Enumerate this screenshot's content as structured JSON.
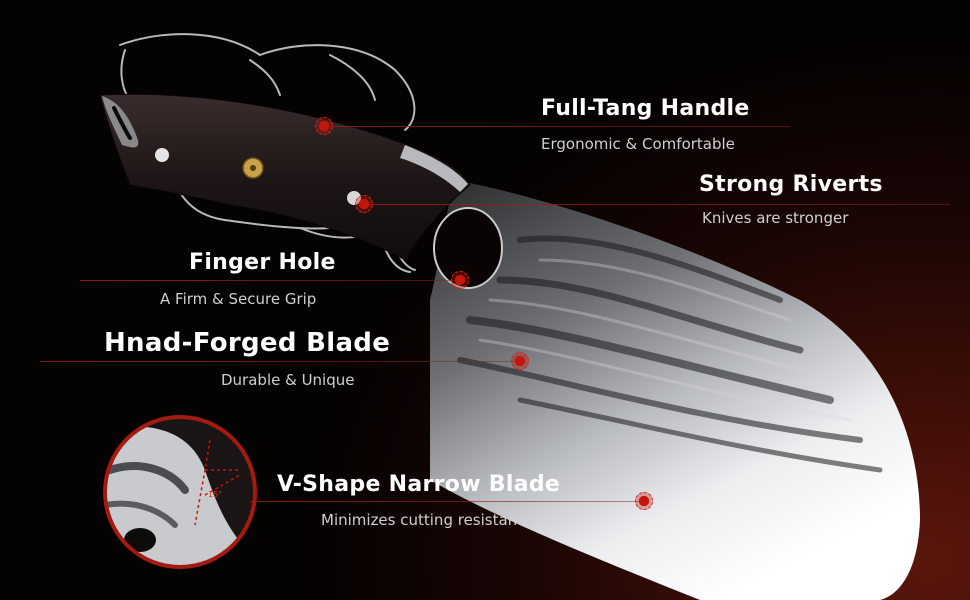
{
  "features": [
    {
      "id": "handle",
      "title": "Full-Tang Handle",
      "subtitle": "Ergonomic & Comfortable"
    },
    {
      "id": "rivets",
      "title": "Strong Riverts",
      "subtitle": "Knives are stronger"
    },
    {
      "id": "hole",
      "title": "Finger Hole",
      "subtitle": "A Firm & Secure Grip"
    },
    {
      "id": "blade",
      "title": "Hnad-Forged Blade",
      "subtitle": "Durable & Unique"
    },
    {
      "id": "edge",
      "title": "V-Shape Narrow Blade",
      "subtitle": "Minimizes cutting resistance"
    }
  ],
  "inset": {
    "angle_label": "15°"
  },
  "colors": {
    "accent": "#c4160c",
    "background": "#050202",
    "glow": "#5a160c"
  }
}
